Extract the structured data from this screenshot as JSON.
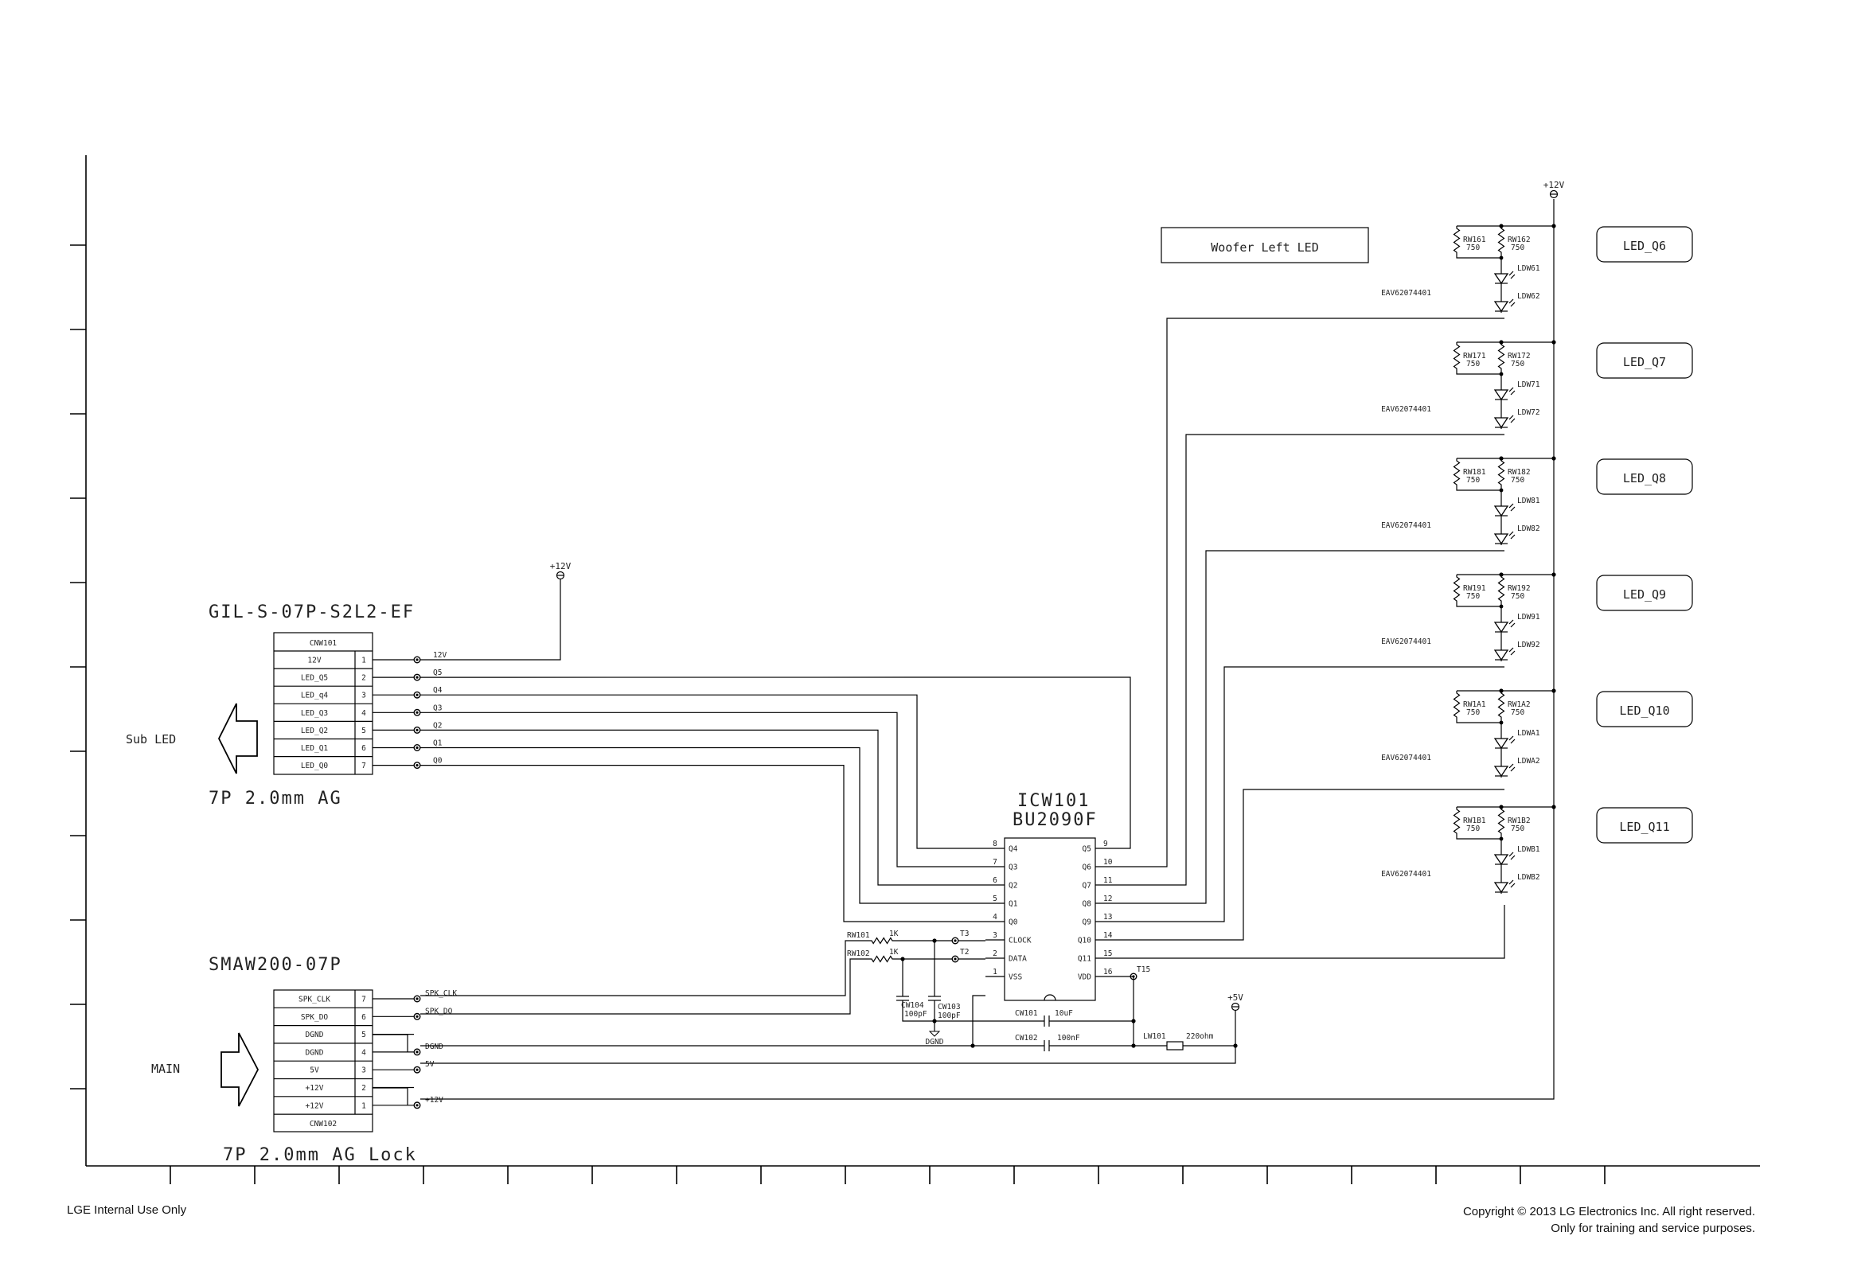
{
  "footer": {
    "left": "LGE Internal Use Only",
    "right_line1": "Copyright © 2013 LG Electronics Inc. All right reserved.",
    "right_line2": "Only for training and service purposes."
  },
  "title_box": "Woofer Left LED",
  "cnw101": {
    "part": "GIL-S-07P-S2L2-EF",
    "ref": "CNW101",
    "pins": [
      {
        "label": "12V",
        "num": "1",
        "net": "12V"
      },
      {
        "label": "LED_Q5",
        "num": "2",
        "net": "Q5"
      },
      {
        "label": "LED_q4",
        "num": "3",
        "net": "Q4"
      },
      {
        "label": "LED_Q3",
        "num": "4",
        "net": "Q3"
      },
      {
        "label": "LED_Q2",
        "num": "5",
        "net": "Q2"
      },
      {
        "label": "LED_Q1",
        "num": "6",
        "net": "Q1"
      },
      {
        "label": "LED_Q0",
        "num": "7",
        "net": "Q0"
      }
    ],
    "arrow_label": "Sub LED",
    "spec": "7P 2.0mm AG",
    "supply": "+12V"
  },
  "cnw102": {
    "part": "SMAW200-07P",
    "ref": "CNW102",
    "pins": [
      {
        "label": "SPK_CLK",
        "num": "7",
        "net": "SPK_CLK"
      },
      {
        "label": "SPK_DO",
        "num": "6",
        "net": "SPK_DO"
      },
      {
        "label": "DGND",
        "num": "5",
        "net": ""
      },
      {
        "label": "DGND",
        "num": "4",
        "net": "DGND"
      },
      {
        "label": "5V",
        "num": "3",
        "net": "5V"
      },
      {
        "label": "+12V",
        "num": "2",
        "net": ""
      },
      {
        "label": "+12V",
        "num": "1",
        "net": "+12V"
      }
    ],
    "arrow_label": "MAIN",
    "spec": "7P 2.0mm AG Lock"
  },
  "ic": {
    "ref": "ICW101",
    "part": "BU2090F",
    "left_pins": [
      {
        "num": "8",
        "name": "Q4"
      },
      {
        "num": "7",
        "name": "Q3"
      },
      {
        "num": "6",
        "name": "Q2"
      },
      {
        "num": "5",
        "name": "Q1"
      },
      {
        "num": "4",
        "name": "Q0"
      },
      {
        "num": "3",
        "name": "CLOCK"
      },
      {
        "num": "2",
        "name": "DATA"
      },
      {
        "num": "1",
        "name": "VSS"
      }
    ],
    "right_pins": [
      {
        "num": "9",
        "name": "Q5"
      },
      {
        "num": "10",
        "name": "Q6"
      },
      {
        "num": "11",
        "name": "Q7"
      },
      {
        "num": "12",
        "name": "Q8"
      },
      {
        "num": "13",
        "name": "Q9"
      },
      {
        "num": "14",
        "name": "Q10"
      },
      {
        "num": "15",
        "name": "Q11"
      },
      {
        "num": "16",
        "name": "VDD"
      }
    ]
  },
  "passives": {
    "rw101": "RW101",
    "rw101_val": "1K",
    "rw102": "RW102",
    "rw102_val": "1K",
    "t3": "T3",
    "t2": "T2",
    "t15": "T15",
    "cw104": "CW104",
    "cw104_val": "100pF",
    "cw103": "CW103",
    "cw103_val": "100pF",
    "dgnd": "DGND",
    "cw101": "CW101",
    "cw101_val": "10uF",
    "cw102": "CW102",
    "cw102_val": "100nF",
    "lw101": "LW101",
    "lw101_val": "220ohm",
    "plus5v": "+5V",
    "top_supply": "+12V"
  },
  "led_groups": [
    {
      "tag": "LED_Q6",
      "r1": "RW161",
      "r2": "RW162",
      "v1": "750",
      "v2": "750",
      "d1": "LDW61",
      "d2": "LDW62",
      "part": "EAV62074401"
    },
    {
      "tag": "LED_Q7",
      "r1": "RW171",
      "r2": "RW172",
      "v1": "750",
      "v2": "750",
      "d1": "LDW71",
      "d2": "LDW72",
      "part": "EAV62074401"
    },
    {
      "tag": "LED_Q8",
      "r1": "RW181",
      "r2": "RW182",
      "v1": "750",
      "v2": "750",
      "d1": "LDW81",
      "d2": "LDW82",
      "part": "EAV62074401"
    },
    {
      "tag": "LED_Q9",
      "r1": "RW191",
      "r2": "RW192",
      "v1": "750",
      "v2": "750",
      "d1": "LDW91",
      "d2": "LDW92",
      "part": "EAV62074401"
    },
    {
      "tag": "LED_Q10",
      "r1": "RW1A1",
      "r2": "RW1A2",
      "v1": "750",
      "v2": "750",
      "d1": "LDWA1",
      "d2": "LDWA2",
      "part": "EAV62074401"
    },
    {
      "tag": "LED_Q11",
      "r1": "RW1B1",
      "r2": "RW1B2",
      "v1": "750",
      "v2": "750",
      "d1": "LDWB1",
      "d2": "LDWB2",
      "part": "EAV62074401"
    }
  ]
}
